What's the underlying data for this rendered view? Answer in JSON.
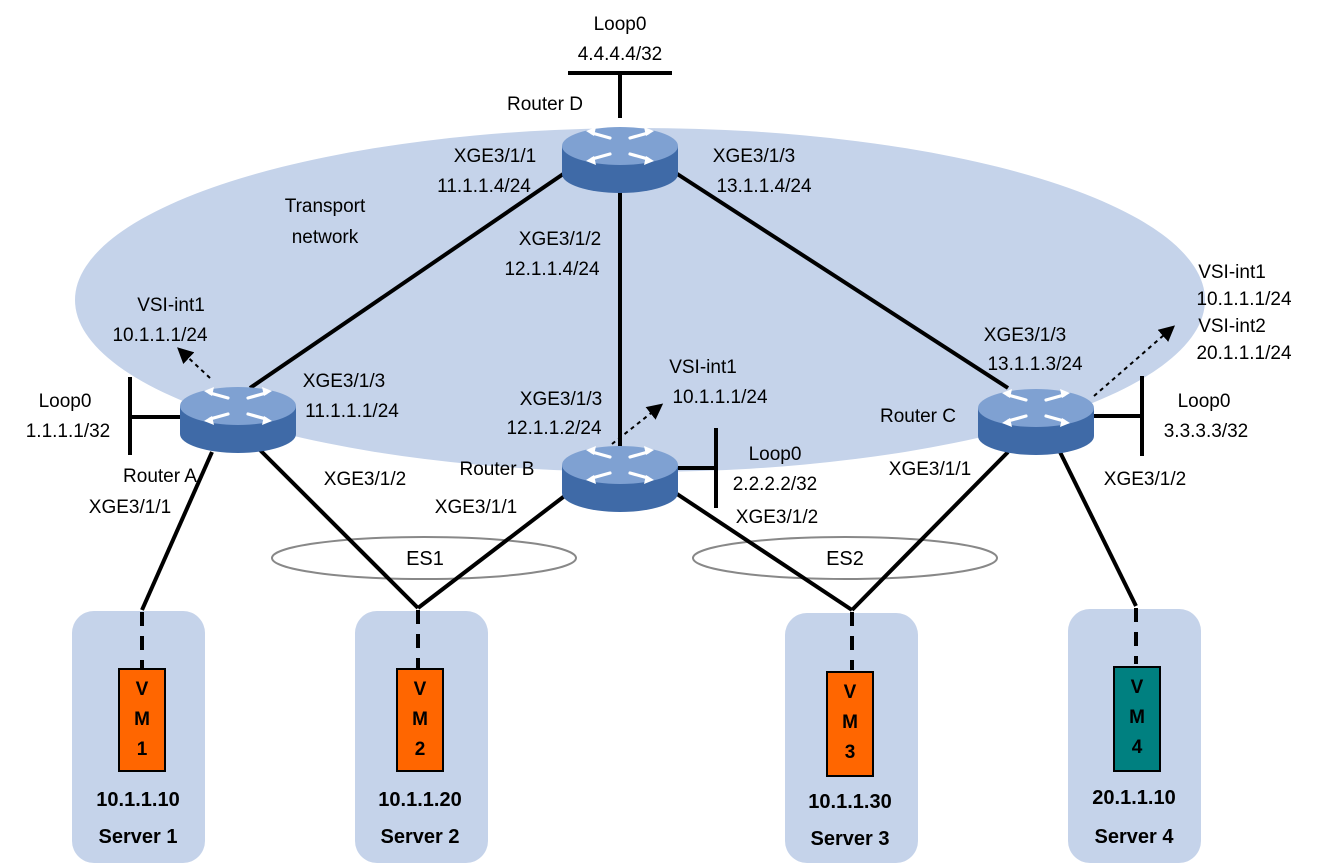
{
  "transport": {
    "label_line1": "Transport",
    "label_line2": "network"
  },
  "routers": {
    "a": {
      "name": "Router A",
      "loop_label": "Loop0",
      "loop_ip": "1.1.1.1/32",
      "vsi_label": "VSI-int1",
      "vsi_ip": "10.1.1.1/24",
      "port_up": "XGE3/1/3",
      "port_up_ip": "11.1.1.1/24",
      "port_left": "XGE3/1/1",
      "port_right": "XGE3/1/2"
    },
    "b": {
      "name": "Router B",
      "loop_label": "Loop0",
      "loop_ip": "2.2.2.2/32",
      "vsi_label": "VSI-int1",
      "vsi_ip": "10.1.1.1/24",
      "port_up": "XGE3/1/3",
      "port_up_ip": "12.1.1.2/24",
      "port_left": "XGE3/1/1",
      "port_right": "XGE3/1/2"
    },
    "c": {
      "name": "Router C",
      "loop_label": "Loop0",
      "loop_ip": "3.3.3.3/32",
      "vsi1_label": "VSI-int1",
      "vsi1_ip": "10.1.1.1/24",
      "vsi2_label": "VSI-int2",
      "vsi2_ip": "20.1.1.1/24",
      "port_up": "XGE3/1/3",
      "port_up_ip": "13.1.1.3/24",
      "port_left": "XGE3/1/1",
      "port_right": "XGE3/1/2"
    },
    "d": {
      "name": "Router D",
      "loop_label": "Loop0",
      "loop_ip": "4.4.4.4/32",
      "port_left": "XGE3/1/1",
      "port_left_ip": "11.1.1.4/24",
      "port_mid": "XGE3/1/2",
      "port_mid_ip": "12.1.1.4/24",
      "port_right": "XGE3/1/3",
      "port_right_ip": "13.1.1.4/24"
    }
  },
  "es": {
    "es1": "ES1",
    "es2": "ES2"
  },
  "servers": [
    {
      "name": "Server 1",
      "ip": "10.1.1.10",
      "vm": [
        "V",
        "M",
        "1"
      ],
      "vm_color": "#ff6600"
    },
    {
      "name": "Server 2",
      "ip": "10.1.1.20",
      "vm": [
        "V",
        "M",
        "2"
      ],
      "vm_color": "#ff6600"
    },
    {
      "name": "Server 3",
      "ip": "10.1.1.30",
      "vm": [
        "V",
        "M",
        "3"
      ],
      "vm_color": "#ff6600"
    },
    {
      "name": "Server 4",
      "ip": "20.1.1.10",
      "vm": [
        "V",
        "M",
        "4"
      ],
      "vm_color": "#008080"
    }
  ],
  "colors": {
    "transport_fill": "#c5d3ea",
    "server_fill": "#c5d3ea",
    "router_body": "#4e79b5",
    "router_top": "#8aa9d6"
  }
}
